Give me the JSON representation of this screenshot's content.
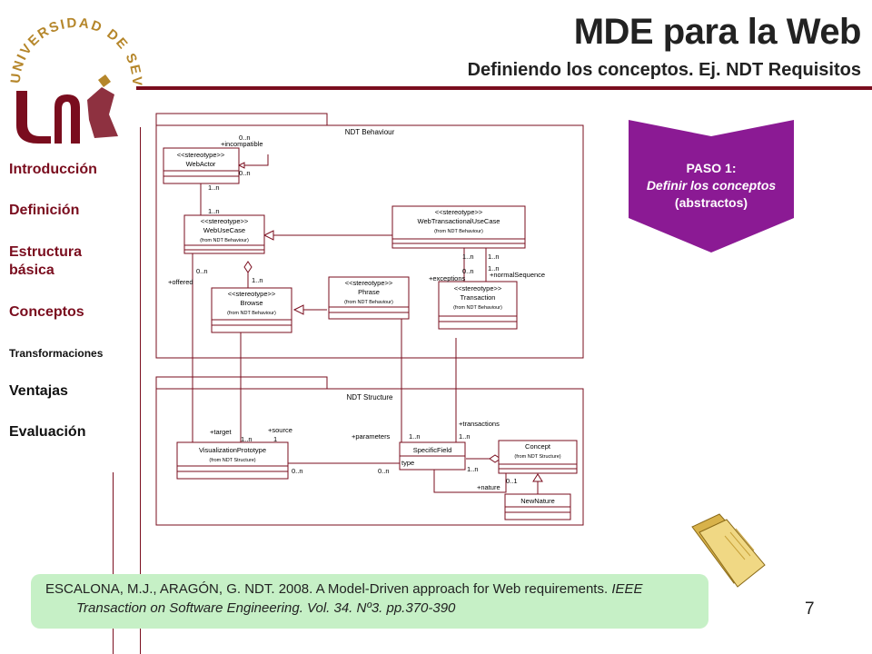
{
  "header": {
    "title": "MDE para la Web",
    "subtitle": "Definiendo los conceptos. Ej. NDT Requisitos",
    "logo_text": "UNIVERSIDAD DE SEVILLA"
  },
  "sidebar": {
    "items": [
      {
        "label": "Introducción"
      },
      {
        "label": "Definición"
      },
      {
        "label": "Estructura básica"
      },
      {
        "label": "Conceptos"
      },
      {
        "label": "Transformaciones"
      },
      {
        "label": "Ventajas"
      },
      {
        "label": "Evaluación"
      }
    ]
  },
  "step": {
    "line1": "PASO 1:",
    "line2": "Definir los conceptos",
    "line3": "(abstractos)"
  },
  "reference": {
    "line1_plain": "ESCALONA, M.J., ARAGÓN, G. NDT. 2008. A Model-Driven approach for Web requirements. ",
    "line1_italic": "IEEE",
    "line2": "Transaction on Software Engineering. Vol. 34. Nº3. pp.370-390"
  },
  "page_number": "7",
  "colors": {
    "accent": "#7a0d1e",
    "arrow": "#8b1a94",
    "reference_bg": "#c6f0c6"
  },
  "icons": [
    "university-logo",
    "folder-icon"
  ],
  "diagram": {
    "packages": {
      "behaviour": "NDT Behaviour",
      "structure": "NDT Structure"
    },
    "stereotype": "<<stereotype>>",
    "from_behaviour": "(from NDT Behaviour)",
    "from_structure": "(from NDT Structure)",
    "classes": {
      "web_actor": "WebActor",
      "web_use_case": "WebUseCase",
      "web_transactional": "WebTransactionalUseCase",
      "phrase": "Phrase",
      "browse": "Browse",
      "transaction": "Transaction",
      "visualization": "VisualizationPrototype",
      "specific_field": "SpecificField",
      "specific_field_attr": "type",
      "concept": "Concept",
      "new_nature": "NewNature"
    },
    "labels": {
      "m_0n": "0..n",
      "m_1n": "1..n",
      "m_1": "1",
      "m_01": "0..1",
      "incompatible": "+incompatible",
      "offered": "+offered",
      "exceptions": "+exceptions",
      "normal_sequence": "+normalSequence",
      "target": "+target",
      "source": "+source",
      "parameters": "+parameters",
      "transactions": "+transactions",
      "nature": "+nature"
    }
  }
}
